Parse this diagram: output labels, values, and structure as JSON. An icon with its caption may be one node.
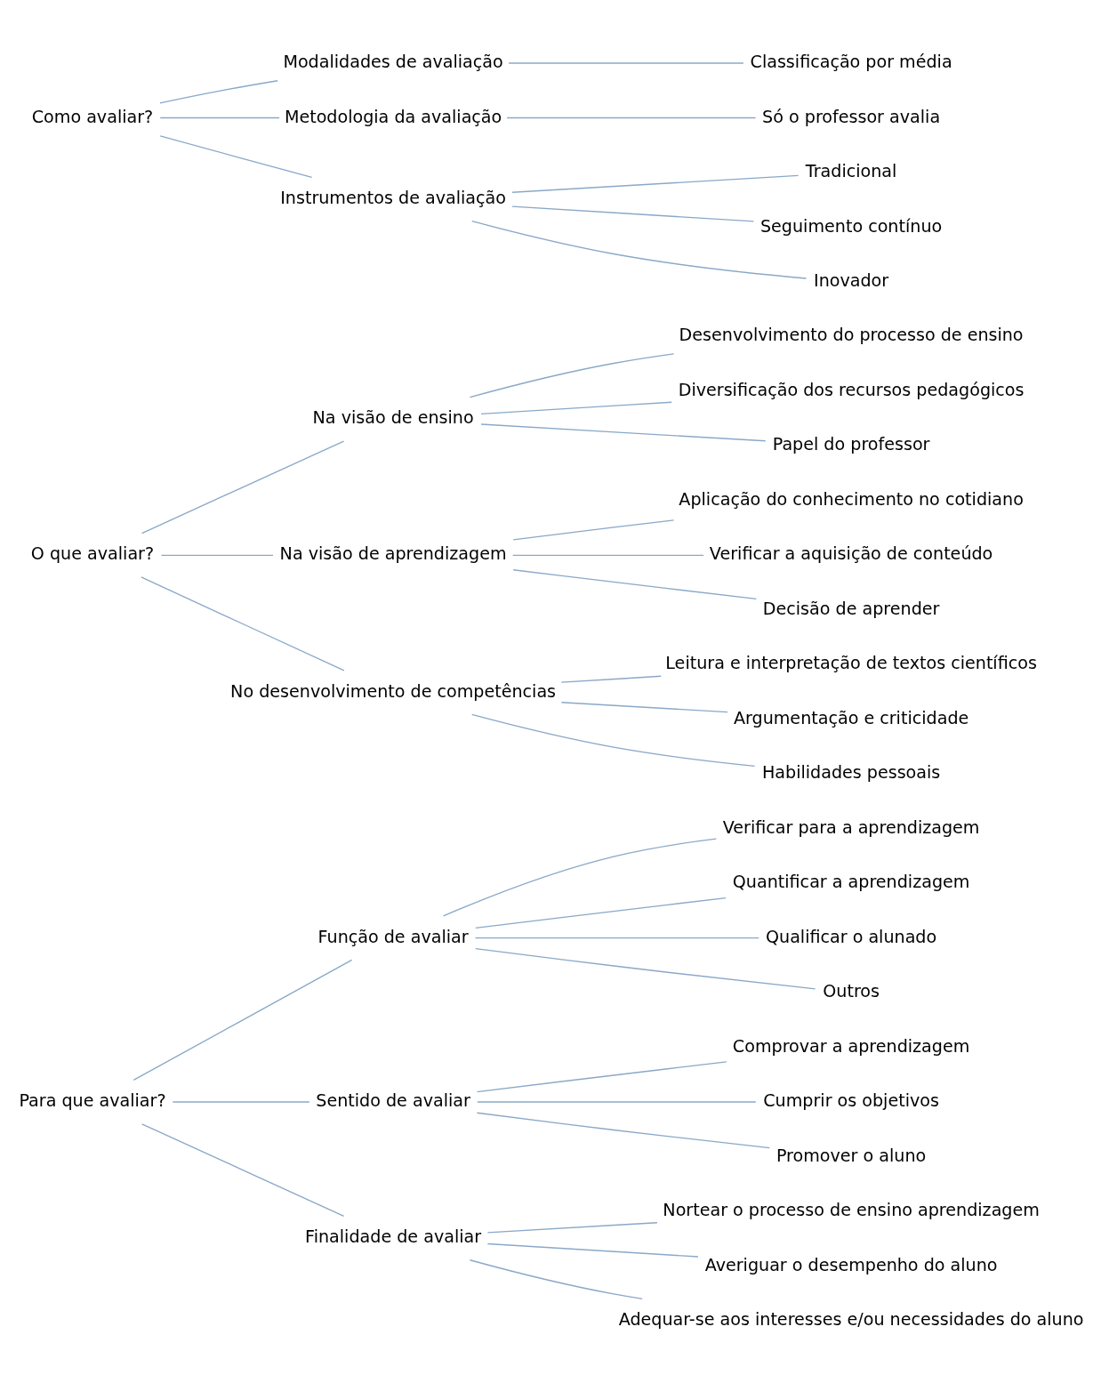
{
  "diagram": {
    "nodes": [
      {
        "text": [
          "Para que avaliar?"
        ]
      },
      {
        "text": [
          "Função de avaliar"
        ]
      },
      {
        "text": [
          "Verificar para a aprendizagem"
        ]
      },
      {
        "text": [
          "Quantificar a aprendizagem"
        ]
      },
      {
        "text": [
          "Qualificar o alunado"
        ]
      },
      {
        "text": [
          "Outros"
        ]
      },
      {
        "text": [
          "Sentido de avaliar"
        ]
      },
      {
        "text": [
          "Comprovar a aprendizagem"
        ]
      },
      {
        "text": [
          "Cumprir os objetivos"
        ]
      },
      {
        "text": [
          "Promover o aluno"
        ]
      },
      {
        "text": [
          "Finalidade de avaliar"
        ]
      },
      {
        "text": [
          "Nortear o processo de ensino aprendizagem"
        ]
      },
      {
        "text": [
          "Averiguar o desempenho do aluno"
        ]
      },
      {
        "text": [
          "Adequar-se aos interesses e/ou necessidades do aluno"
        ]
      },
      {
        "text": [
          "O que avaliar?"
        ]
      },
      {
        "text": [
          "Na visão de ensino"
        ]
      },
      {
        "text": [
          "Desenvolvimento do processo de ensino"
        ]
      },
      {
        "text": [
          "Diversificação dos recursos pedagógicos"
        ]
      },
      {
        "text": [
          "Papel do professor"
        ]
      },
      {
        "text": [
          "Na visão de aprendizagem"
        ]
      },
      {
        "text": [
          "Aplicação do conhecimento no cotidiano"
        ]
      },
      {
        "text": [
          "Verificar a aquisição de conteúdo"
        ]
      },
      {
        "text": [
          "Decisão de aprender"
        ]
      },
      {
        "text": [
          "No desenvolvimento de competências"
        ]
      },
      {
        "text": [
          "Leitura e interpretação de textos científicos"
        ]
      },
      {
        "text": [
          "Argumentação e criticidade"
        ]
      },
      {
        "text": [
          "Habilidades pessoais"
        ]
      },
      {
        "text": [
          "Como avaliar?"
        ]
      },
      {
        "text": [
          "Modalidades de avaliação"
        ]
      },
      {
        "text": [
          "Classificação por média"
        ]
      },
      {
        "text": [
          "Metodologia da avaliação"
        ]
      },
      {
        "text": [
          "Só o professor avalia"
        ]
      },
      {
        "text": [
          "Instrumentos de avaliação"
        ]
      },
      {
        "text": [
          "Tradicional"
        ]
      },
      {
        "text": [
          "Seguimento contínuo"
        ]
      },
      {
        "text": [
          "Inovador"
        ]
      }
    ],
    "edges": [
      {
        "from": 0,
        "to": 1,
        "arrow": "none"
      },
      {
        "from": 1,
        "to": 2,
        "arrow": "none"
      },
      {
        "from": 1,
        "to": 3,
        "arrow": "none"
      },
      {
        "from": 1,
        "to": 4,
        "arrow": "none"
      },
      {
        "from": 1,
        "to": 5,
        "arrow": "none"
      },
      {
        "from": 0,
        "to": 6,
        "arrow": "none"
      },
      {
        "from": 6,
        "to": 7,
        "arrow": "none"
      },
      {
        "from": 6,
        "to": 8,
        "arrow": "none"
      },
      {
        "from": 6,
        "to": 9,
        "arrow": "none"
      },
      {
        "from": 0,
        "to": 10,
        "arrow": "none"
      },
      {
        "from": 10,
        "to": 11,
        "arrow": "none"
      },
      {
        "from": 10,
        "to": 12,
        "arrow": "none"
      },
      {
        "from": 10,
        "to": 13,
        "arrow": "none"
      },
      {
        "from": 14,
        "to": 15,
        "arrow": "none"
      },
      {
        "from": 15,
        "to": 16,
        "arrow": "none"
      },
      {
        "from": 15,
        "to": 17,
        "arrow": "none"
      },
      {
        "from": 15,
        "to": 18,
        "arrow": "none"
      },
      {
        "from": 14,
        "to": 19,
        "arrow": "none"
      },
      {
        "from": 19,
        "to": 20,
        "arrow": "none"
      },
      {
        "from": 19,
        "to": 21,
        "arrow": "none"
      },
      {
        "from": 19,
        "to": 22,
        "arrow": "none"
      },
      {
        "from": 14,
        "to": 23,
        "arrow": "none"
      },
      {
        "from": 23,
        "to": 24,
        "arrow": "none"
      },
      {
        "from": 23,
        "to": 25,
        "arrow": "none"
      },
      {
        "from": 23,
        "to": 26,
        "arrow": "none"
      },
      {
        "from": 27,
        "to": 28,
        "arrow": "none"
      },
      {
        "from": 28,
        "to": 29,
        "arrow": "none"
      },
      {
        "from": 27,
        "to": 30,
        "arrow": "none"
      },
      {
        "from": 30,
        "to": 31,
        "arrow": "none"
      },
      {
        "from": 27,
        "to": 32,
        "arrow": "none"
      },
      {
        "from": 32,
        "to": 33,
        "arrow": "none"
      },
      {
        "from": 32,
        "to": 34,
        "arrow": "none"
      },
      {
        "from": 32,
        "to": 35,
        "arrow": "none"
      }
    ]
  }
}
